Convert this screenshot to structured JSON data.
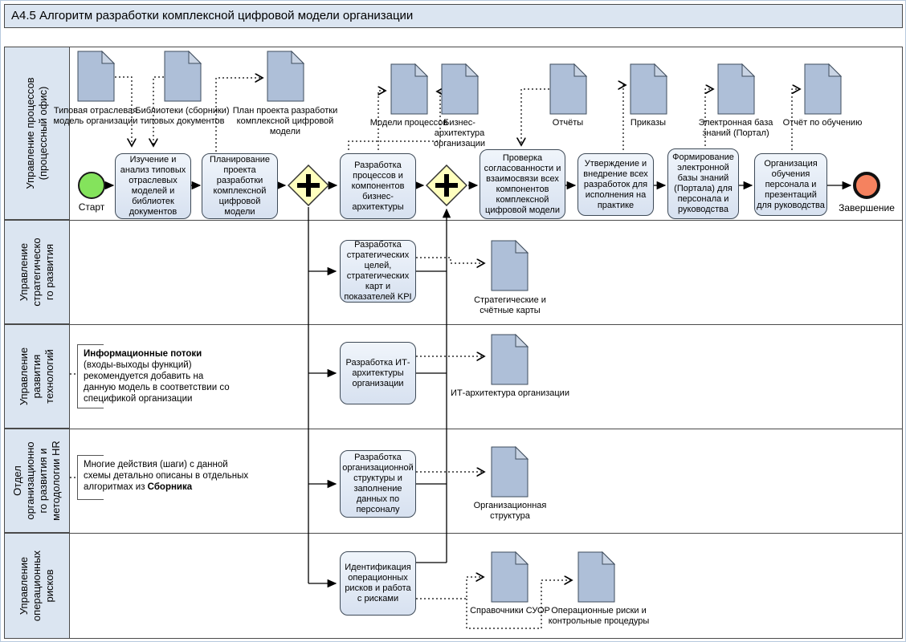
{
  "title": "А4.5 Алгоритм разработки комплексной цифровой модели организации",
  "lanes": [
    {
      "label": "Управление процессов\n(процессный офис)"
    },
    {
      "label": "Управление\nстратегическо\nго развития"
    },
    {
      "label": "Управление\nразвития\nтехнологий"
    },
    {
      "label": "Отдел\nорганизационно\nго развития и\nметодологии HR"
    },
    {
      "label": "Управление\nоперационных\nрисков"
    }
  ],
  "events": {
    "start": "Старт",
    "end": "Завершение"
  },
  "main_tasks": [
    {
      "label": "Изучение и анализ типовых отраслевых моделей и библиотек документов"
    },
    {
      "label": "Планирование проекта разработки комплексной цифровой модели"
    },
    {
      "label": "Разработка процессов и компонентов бизнес-архитектуры"
    },
    {
      "label": "Проверка согласованности и взаимосвязи всех компонентов комплексной цифровой модели"
    },
    {
      "label": "Утверждение и внедрение всех разработок для исполнения на практике"
    },
    {
      "label": "Формирование электронной базы знаний (Портала) для персонала и руководства"
    },
    {
      "label": "Организация обучения персонала и презентаций для руководства"
    }
  ],
  "top_docs": [
    {
      "label": "Типовая отраслевая модель организации"
    },
    {
      "label": "Библиотеки (сборники) типовых документов"
    },
    {
      "label": "План проекта разработки комплексной цифровой модели"
    },
    {
      "label": "Модели процессов"
    },
    {
      "label": "Бизнес-архитектура организации"
    },
    {
      "label": "Отчёты"
    },
    {
      "label": "Приказы"
    },
    {
      "label": "Электронная база знаний (Портал)"
    },
    {
      "label": "Отчёт по обучению"
    }
  ],
  "lane2": {
    "task": "Разработка стратегических целей, стратегических карт и показателей KPI",
    "doc": "Стратегические и счётные карты"
  },
  "lane3": {
    "annotation_bold": "Информационные потоки",
    "annotation_text": "(входы-выходы функций) рекомендуется добавить на данную модель в соответствии со спецификой организации",
    "task": "Разработка ИТ-архитектуры организации",
    "doc": "ИТ-архитектура организации"
  },
  "lane4": {
    "annotation_text": "Многие действия (шаги) с данной схемы детально описаны в отдельных алгоритмах из ",
    "annotation_bold": "Сборника",
    "task": "Разработка организационной структуры и заполнение данных по персоналу",
    "doc": "Организационная структура"
  },
  "lane5": {
    "task": "Идентификация операционных рисков и работа с рисками",
    "doc1": "Справочники СУОР",
    "doc2": "Операционные риски и контрольные процедуры"
  },
  "colors": {
    "lane_fill": "#dbe5f1",
    "doc_fill": "#aebfd8",
    "gateway_fill": "#ffffbe",
    "start_fill": "#84e35c",
    "end_fill": "#f5825f"
  }
}
